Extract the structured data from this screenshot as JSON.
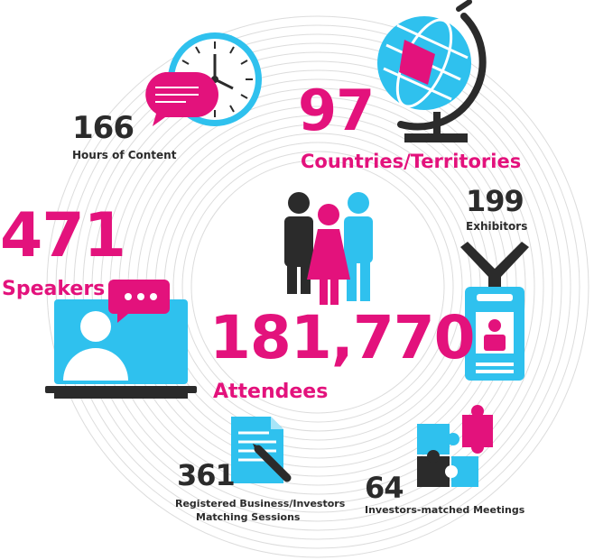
{
  "colors": {
    "pink": "#e3127c",
    "cyan": "#2fc1ee",
    "dark": "#2b2b2b",
    "white": "#ffffff",
    "ring": "#d9d9d9"
  },
  "stats": {
    "hours": {
      "value": "166",
      "label": "Hours of Content",
      "icon": "clock-chat-icon"
    },
    "countries": {
      "value": "97",
      "label": "Countries/Territories",
      "icon": "globe-icon"
    },
    "speakers": {
      "value": "471",
      "label": "Speakers",
      "icon": "laptop-speaker-icon"
    },
    "exhibitors": {
      "value": "199",
      "label": "Exhibitors",
      "icon": "badge-icon"
    },
    "attendees": {
      "value": "181,770",
      "label": "Attendees",
      "icon": "people-icon"
    },
    "sessions": {
      "value": "361",
      "label_line1": "Registered Business/Investors",
      "label_line2": "Matching Sessions",
      "icon": "document-pen-icon"
    },
    "meetings": {
      "value": "64",
      "label": "Investors-matched Meetings",
      "icon": "puzzle-icon"
    }
  }
}
